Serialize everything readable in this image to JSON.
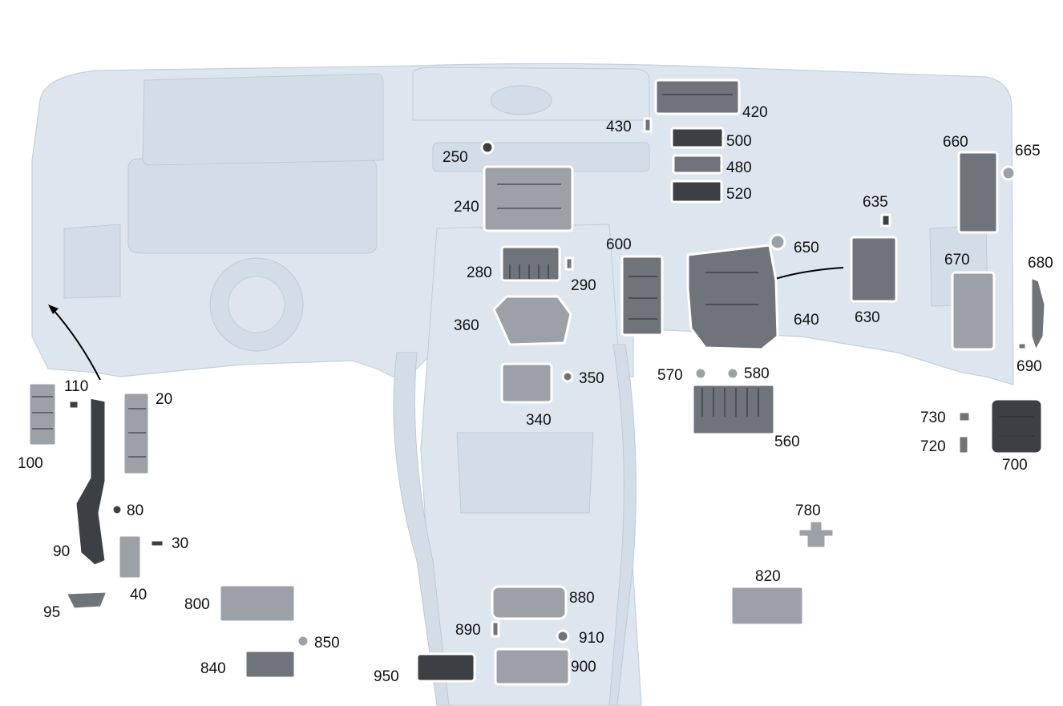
{
  "labels": {
    "l20": "20",
    "l30": "30",
    "l40": "40",
    "l80": "80",
    "l90": "90",
    "l95": "95",
    "l100": "100",
    "l110": "110",
    "l240": "240",
    "l250": "250",
    "l280": "280",
    "l290": "290",
    "l340": "340",
    "l350": "350",
    "l360": "360",
    "l420": "420",
    "l430": "430",
    "l480": "480",
    "l500": "500",
    "l520": "520",
    "l560": "560",
    "l570": "570",
    "l580": "580",
    "l600": "600",
    "l630": "630",
    "l635": "635",
    "l640": "640",
    "l650": "650",
    "l660": "660",
    "l665": "665",
    "l670": "670",
    "l680": "680",
    "l690": "690",
    "l700": "700",
    "l720": "720",
    "l730": "730",
    "l780": "780",
    "l800": "800",
    "l820": "820",
    "l840": "840",
    "l850": "850",
    "l880": "880",
    "l890": "890",
    "l900": "900",
    "l910": "910",
    "l950": "950"
  },
  "colors": {
    "dashboard": "#dde6ee",
    "part": "#6f737a",
    "part_dark": "#3c3f44",
    "arrow": "#000000"
  }
}
